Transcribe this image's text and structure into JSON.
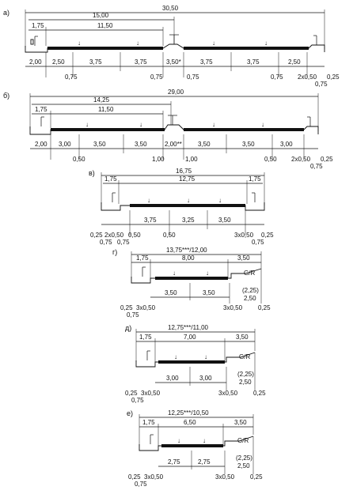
{
  "sections": [
    {
      "id": "a",
      "label": "а)",
      "totals": [
        "30,50",
        "15,00",
        "11,50",
        "1,75"
      ],
      "bottom": [
        "2,00",
        "2,50",
        "3,75",
        "3,75",
        "3,50*",
        "3,75",
        "3,75",
        "2,50"
      ],
      "below": [
        "0,75",
        "0,75",
        "0,75",
        "0,75",
        "2x0,50",
        "0,25",
        "0,75"
      ]
    },
    {
      "id": "b",
      "label": "б)",
      "totals": [
        "29,00",
        "14,25",
        "11,50",
        "1,75"
      ],
      "bottom": [
        "2,00",
        "3,00",
        "3,50",
        "3,50",
        "2,00**",
        "3,50",
        "3,50",
        "3,00"
      ],
      "below": [
        "0,50",
        "1,00",
        "1,00",
        "0,50",
        "2x0,50",
        "0,25",
        "0,75"
      ]
    },
    {
      "id": "v",
      "label": "в)",
      "totals": [
        "16,75",
        "12,75",
        "1,75",
        "1,75"
      ],
      "bottom": [
        "3,75",
        "3,25",
        "3,50"
      ],
      "below": [
        "0,25",
        "2x0,50",
        "0,50",
        "0,50",
        "3x0,50",
        "0,25",
        "0,75",
        "0,75",
        "0,75"
      ]
    },
    {
      "id": "g",
      "label": "г)",
      "totals": [
        "13,75***/12,00",
        "1,75",
        "8,00",
        "3,50"
      ],
      "bottom": [
        "3,50",
        "3,50"
      ],
      "right": [
        "G/R",
        "(2,25)",
        "2,50"
      ],
      "below": [
        "0,25",
        "3x0,50",
        "3x0,50",
        "0,25",
        "0,75"
      ]
    },
    {
      "id": "d",
      "label": "д)",
      "totals": [
        "12,75***/11,00",
        "1,75",
        "7,00",
        "3,50"
      ],
      "bottom": [
        "3,00",
        "3,00"
      ],
      "right": [
        "G/R",
        "(2,25)",
        "2,50"
      ],
      "below": [
        "0,25",
        "3x0,50",
        "3x0,50",
        "0,25",
        "0,75"
      ]
    },
    {
      "id": "e",
      "label": "е)",
      "totals": [
        "12,25***/10,50",
        "1,75",
        "6,50",
        "3,50"
      ],
      "bottom": [
        "2,75",
        "2,75"
      ],
      "right": [
        "G/R",
        "(2,25)",
        "2,50"
      ],
      "below": [
        "0,25",
        "3x0,50",
        "3x0,50",
        "0,25",
        "0,75"
      ]
    }
  ]
}
